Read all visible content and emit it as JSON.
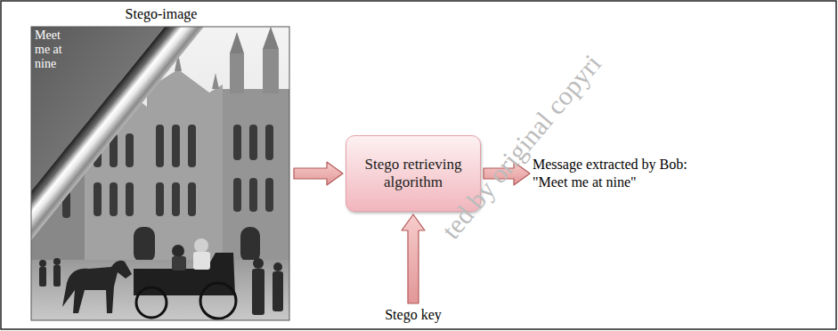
{
  "diagram": {
    "nodes": [
      {
        "text": [
          "Stego-image",
          "Meet me at nine"
        ]
      },
      {
        "text": [
          "Stego retrieving algorithm"
        ]
      },
      {
        "text": [
          "Message extracted by Bob: \"Meet me at nine\""
        ]
      },
      {
        "text": [
          "Stego key"
        ]
      }
    ],
    "edges": [
      {
        "from": 0,
        "to": 1,
        "arrow": "to"
      },
      {
        "from": 1,
        "to": 2,
        "arrow": "to"
      },
      {
        "from": 3,
        "to": 1,
        "arrow": "to"
      }
    ],
    "labels": [
      "ted by original copyri"
    ]
  }
}
